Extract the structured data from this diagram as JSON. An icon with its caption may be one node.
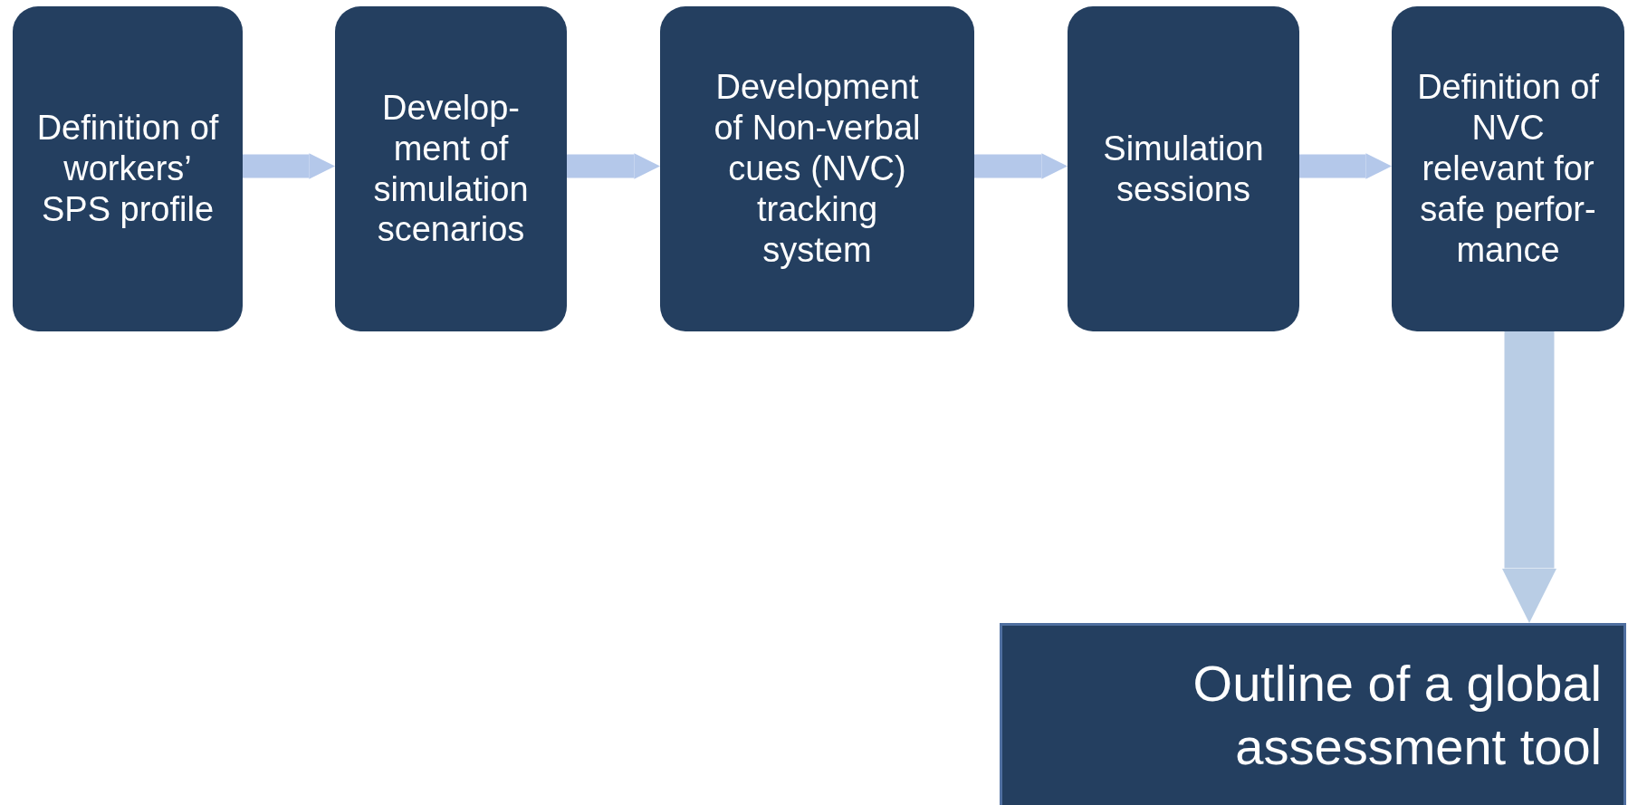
{
  "diagram": {
    "nodes": [
      {
        "text": [
          "Definition of workers’ SPS profile"
        ]
      },
      {
        "text": [
          "Develop- ment of simulation scenarios"
        ]
      },
      {
        "text": [
          "Development of Non-verbal cues (NVC) tracking system"
        ]
      },
      {
        "text": [
          "Simulation sessions"
        ]
      },
      {
        "text": [
          "Definition of NVC relevant for safe perfor- mance"
        ]
      },
      {
        "text": [
          "Outline of a global assessment tool"
        ]
      }
    ],
    "edges": [
      {
        "from": 0,
        "to": 1,
        "arrow": "to"
      },
      {
        "from": 1,
        "to": 2,
        "arrow": "to"
      },
      {
        "from": 2,
        "to": 3,
        "arrow": "to"
      },
      {
        "from": 3,
        "to": 4,
        "arrow": "to"
      },
      {
        "from": 4,
        "to": 5,
        "arrow": "to",
        "style": "thick"
      }
    ]
  }
}
